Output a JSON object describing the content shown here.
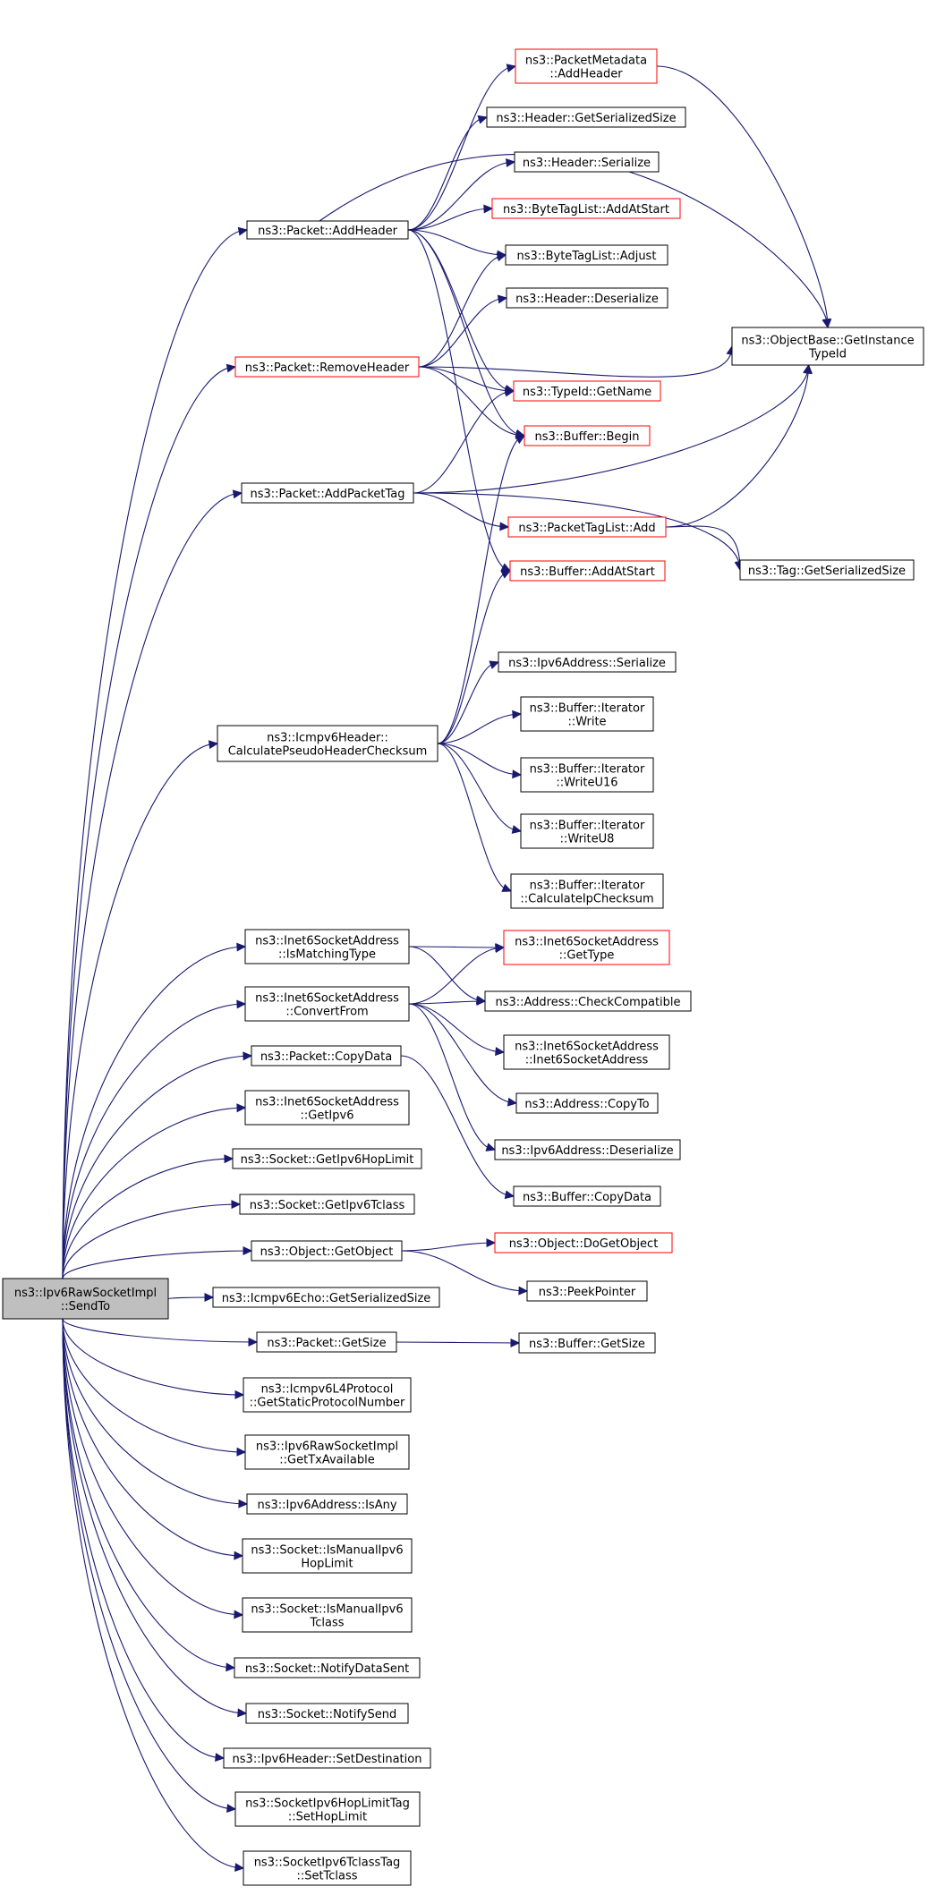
{
  "graph": {
    "type": "call-graph",
    "colors": {
      "edge": "#191970",
      "root_fill": "#bfbfbf",
      "node_border": "#000000",
      "truncated_border": "#ff0000"
    },
    "nodes": [
      {
        "id": "root",
        "lines": [
          "ns3::Ipv6RawSocketImpl",
          "::SendTo"
        ],
        "style": "root"
      },
      {
        "id": "addHeader",
        "lines": [
          "ns3::Packet::AddHeader"
        ],
        "style": "normal"
      },
      {
        "id": "pmAddHeader",
        "lines": [
          "ns3::PacketMetadata",
          "::AddHeader"
        ],
        "style": "truncated"
      },
      {
        "id": "hdrGetSer",
        "lines": [
          "ns3::Header::GetSerializedSize"
        ],
        "style": "normal"
      },
      {
        "id": "hdrSer",
        "lines": [
          "ns3::Header::Serialize"
        ],
        "style": "normal"
      },
      {
        "id": "btlAdd",
        "lines": [
          "ns3::ByteTagList::AddAtStart"
        ],
        "style": "truncated"
      },
      {
        "id": "btlAdjust",
        "lines": [
          "ns3::ByteTagList::Adjust"
        ],
        "style": "normal"
      },
      {
        "id": "hdrDeser",
        "lines": [
          "ns3::Header::Deserialize"
        ],
        "style": "normal"
      },
      {
        "id": "objGetInst",
        "lines": [
          "ns3::ObjectBase::GetInstance",
          "TypeId"
        ],
        "style": "normal"
      },
      {
        "id": "removeHeader",
        "lines": [
          "ns3::Packet::RemoveHeader"
        ],
        "style": "truncated"
      },
      {
        "id": "typeIdName",
        "lines": [
          "ns3::TypeId::GetName"
        ],
        "style": "truncated"
      },
      {
        "id": "bufBegin",
        "lines": [
          "ns3::Buffer::Begin"
        ],
        "style": "truncated"
      },
      {
        "id": "addPacketTag",
        "lines": [
          "ns3::Packet::AddPacketTag"
        ],
        "style": "normal"
      },
      {
        "id": "ptlAdd",
        "lines": [
          "ns3::PacketTagList::Add"
        ],
        "style": "truncated"
      },
      {
        "id": "tagGetSer",
        "lines": [
          "ns3::Tag::GetSerializedSize"
        ],
        "style": "normal"
      },
      {
        "id": "bufAddAtStart",
        "lines": [
          "ns3::Buffer::AddAtStart"
        ],
        "style": "truncated"
      },
      {
        "id": "ipv6AddrSer",
        "lines": [
          "ns3::Ipv6Address::Serialize"
        ],
        "style": "normal"
      },
      {
        "id": "icmpCalc",
        "lines": [
          "ns3::Icmpv6Header::",
          "CalculatePseudoHeaderChecksum"
        ],
        "style": "normal"
      },
      {
        "id": "itWrite",
        "lines": [
          "ns3::Buffer::Iterator",
          "::Write"
        ],
        "style": "normal"
      },
      {
        "id": "itWriteU16",
        "lines": [
          "ns3::Buffer::Iterator",
          "::WriteU16"
        ],
        "style": "normal"
      },
      {
        "id": "itWriteU8",
        "lines": [
          "ns3::Buffer::Iterator",
          "::WriteU8"
        ],
        "style": "normal"
      },
      {
        "id": "itCalcIp",
        "lines": [
          "ns3::Buffer::Iterator",
          "::CalculateIpChecksum"
        ],
        "style": "normal"
      },
      {
        "id": "isMatching",
        "lines": [
          "ns3::Inet6SocketAddress",
          "::IsMatchingType"
        ],
        "style": "normal"
      },
      {
        "id": "i6GetType",
        "lines": [
          "ns3::Inet6SocketAddress",
          "::GetType"
        ],
        "style": "truncated"
      },
      {
        "id": "convertFrom",
        "lines": [
          "ns3::Inet6SocketAddress",
          "::ConvertFrom"
        ],
        "style": "normal"
      },
      {
        "id": "checkCompat",
        "lines": [
          "ns3::Address::CheckCompatible"
        ],
        "style": "normal"
      },
      {
        "id": "i6Ctor",
        "lines": [
          "ns3::Inet6SocketAddress",
          "::Inet6SocketAddress"
        ],
        "style": "normal"
      },
      {
        "id": "copyData",
        "lines": [
          "ns3::Packet::CopyData"
        ],
        "style": "normal"
      },
      {
        "id": "addrCopyTo",
        "lines": [
          "ns3::Address::CopyTo"
        ],
        "style": "normal"
      },
      {
        "id": "getIpv6",
        "lines": [
          "ns3::Inet6SocketAddress",
          "::GetIpv6"
        ],
        "style": "normal"
      },
      {
        "id": "ipv6Deser",
        "lines": [
          "ns3::Ipv6Address::Deserialize"
        ],
        "style": "normal"
      },
      {
        "id": "getHopLimit",
        "lines": [
          "ns3::Socket::GetIpv6HopLimit"
        ],
        "style": "normal"
      },
      {
        "id": "bufCopyData",
        "lines": [
          "ns3::Buffer::CopyData"
        ],
        "style": "normal"
      },
      {
        "id": "getTclass",
        "lines": [
          "ns3::Socket::GetIpv6Tclass"
        ],
        "style": "normal"
      },
      {
        "id": "getObject",
        "lines": [
          "ns3::Object::GetObject"
        ],
        "style": "normal"
      },
      {
        "id": "doGetObject",
        "lines": [
          "ns3::Object::DoGetObject"
        ],
        "style": "truncated"
      },
      {
        "id": "peekPointer",
        "lines": [
          "ns3::PeekPointer"
        ],
        "style": "normal"
      },
      {
        "id": "echoGetSer",
        "lines": [
          "ns3::Icmpv6Echo::GetSerializedSize"
        ],
        "style": "normal"
      },
      {
        "id": "pktGetSize",
        "lines": [
          "ns3::Packet::GetSize"
        ],
        "style": "normal"
      },
      {
        "id": "bufGetSize",
        "lines": [
          "ns3::Buffer::GetSize"
        ],
        "style": "normal"
      },
      {
        "id": "icmpL4",
        "lines": [
          "ns3::Icmpv6L4Protocol",
          "::GetStaticProtocolNumber"
        ],
        "style": "normal"
      },
      {
        "id": "getTxAvail",
        "lines": [
          "ns3::Ipv6RawSocketImpl",
          "::GetTxAvailable"
        ],
        "style": "normal"
      },
      {
        "id": "isAny",
        "lines": [
          "ns3::Ipv6Address::IsAny"
        ],
        "style": "normal"
      },
      {
        "id": "isManualHop",
        "lines": [
          "ns3::Socket::IsManualIpv6",
          "HopLimit"
        ],
        "style": "normal"
      },
      {
        "id": "isManualTclass",
        "lines": [
          "ns3::Socket::IsManualIpv6",
          "Tclass"
        ],
        "style": "normal"
      },
      {
        "id": "notifyDataSent",
        "lines": [
          "ns3::Socket::NotifyDataSent"
        ],
        "style": "normal"
      },
      {
        "id": "notifySend",
        "lines": [
          "ns3::Socket::NotifySend"
        ],
        "style": "normal"
      },
      {
        "id": "setDest",
        "lines": [
          "ns3::Ipv6Header::SetDestination"
        ],
        "style": "normal"
      },
      {
        "id": "setHopLimit",
        "lines": [
          "ns3::SocketIpv6HopLimitTag",
          "::SetHopLimit"
        ],
        "style": "normal"
      },
      {
        "id": "setTclass",
        "lines": [
          "ns3::SocketIpv6TclassTag",
          "::SetTclass"
        ],
        "style": "normal"
      }
    ],
    "edges": [
      [
        "root",
        "addHeader"
      ],
      [
        "root",
        "removeHeader"
      ],
      [
        "root",
        "addPacketTag"
      ],
      [
        "root",
        "icmpCalc"
      ],
      [
        "root",
        "isMatching"
      ],
      [
        "root",
        "convertFrom"
      ],
      [
        "root",
        "copyData"
      ],
      [
        "root",
        "getIpv6"
      ],
      [
        "root",
        "getHopLimit"
      ],
      [
        "root",
        "getTclass"
      ],
      [
        "root",
        "getObject"
      ],
      [
        "root",
        "echoGetSer"
      ],
      [
        "root",
        "pktGetSize"
      ],
      [
        "root",
        "icmpL4"
      ],
      [
        "root",
        "getTxAvail"
      ],
      [
        "root",
        "isAny"
      ],
      [
        "root",
        "isManualHop"
      ],
      [
        "root",
        "isManualTclass"
      ],
      [
        "root",
        "notifyDataSent"
      ],
      [
        "root",
        "notifySend"
      ],
      [
        "root",
        "setDest"
      ],
      [
        "root",
        "setHopLimit"
      ],
      [
        "root",
        "setTclass"
      ],
      [
        "addHeader",
        "pmAddHeader"
      ],
      [
        "addHeader",
        "hdrGetSer"
      ],
      [
        "addHeader",
        "hdrSer"
      ],
      [
        "addHeader",
        "btlAdd"
      ],
      [
        "addHeader",
        "btlAdjust"
      ],
      [
        "addHeader",
        "objGetInst"
      ],
      [
        "addHeader",
        "typeIdName"
      ],
      [
        "addHeader",
        "bufBegin"
      ],
      [
        "addHeader",
        "bufAddAtStart"
      ],
      [
        "pmAddHeader",
        "objGetInst"
      ],
      [
        "removeHeader",
        "btlAdjust"
      ],
      [
        "removeHeader",
        "hdrDeser"
      ],
      [
        "removeHeader",
        "objGetInst"
      ],
      [
        "removeHeader",
        "typeIdName"
      ],
      [
        "removeHeader",
        "bufBegin"
      ],
      [
        "addPacketTag",
        "typeIdName"
      ],
      [
        "addPacketTag",
        "objGetInst"
      ],
      [
        "addPacketTag",
        "ptlAdd"
      ],
      [
        "addPacketTag",
        "tagGetSer"
      ],
      [
        "ptlAdd",
        "objGetInst"
      ],
      [
        "ptlAdd",
        "tagGetSer"
      ],
      [
        "icmpCalc",
        "bufBegin"
      ],
      [
        "icmpCalc",
        "bufAddAtStart"
      ],
      [
        "icmpCalc",
        "ipv6AddrSer"
      ],
      [
        "icmpCalc",
        "itWrite"
      ],
      [
        "icmpCalc",
        "itWriteU16"
      ],
      [
        "icmpCalc",
        "itWriteU8"
      ],
      [
        "icmpCalc",
        "itCalcIp"
      ],
      [
        "isMatching",
        "i6GetType"
      ],
      [
        "isMatching",
        "checkCompat"
      ],
      [
        "convertFrom",
        "i6GetType"
      ],
      [
        "convertFrom",
        "checkCompat"
      ],
      [
        "convertFrom",
        "i6Ctor"
      ],
      [
        "convertFrom",
        "addrCopyTo"
      ],
      [
        "convertFrom",
        "ipv6Deser"
      ],
      [
        "copyData",
        "bufCopyData"
      ],
      [
        "getObject",
        "doGetObject"
      ],
      [
        "getObject",
        "peekPointer"
      ],
      [
        "pktGetSize",
        "bufGetSize"
      ]
    ]
  }
}
